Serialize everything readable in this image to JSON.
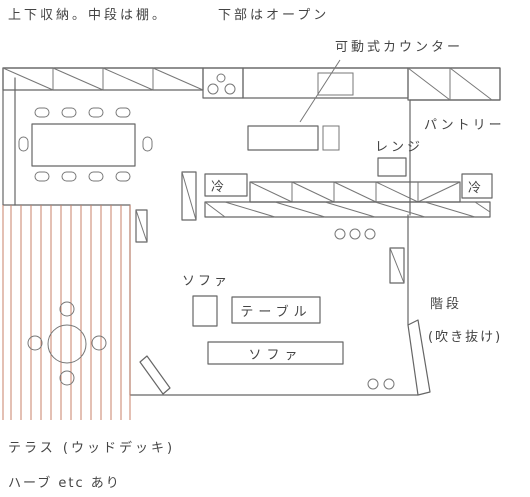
{
  "labels": {
    "storage_note": "上下収納。中段は棚。",
    "lower_open_note": "下部はオープン",
    "movable_counter": "可動式カウンター",
    "pantry": "パントリー",
    "range": "レンジ",
    "fridge_left": "冷",
    "fridge_right": "冷",
    "sofa_label": "ソファ",
    "table": "テーブル",
    "sofa_long": "ソファ",
    "stairs": "階段",
    "stairwell": "(吹き抜け)",
    "terrace": "テラス (ウッドデッキ)",
    "herbs": "ハーブ etc あり"
  },
  "colors": {
    "line": "#666666",
    "deck_plank": "#c9826a",
    "background": "#ffffff"
  }
}
